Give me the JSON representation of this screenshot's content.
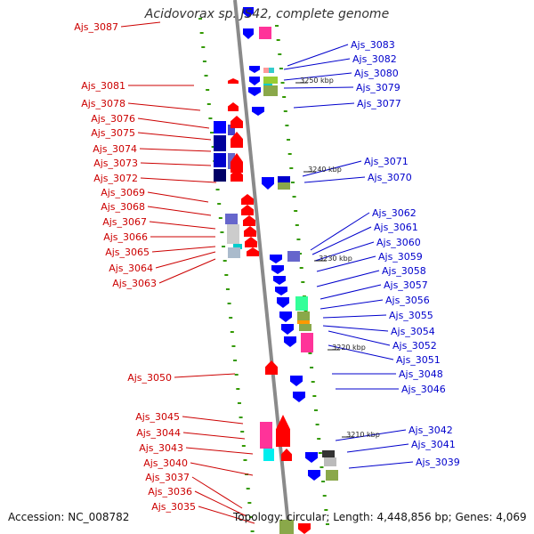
{
  "title": "Acidovorax sp. JS42, complete genome",
  "accession": "Accession: NC_008782",
  "topology": "Topology: circular; Length: 4,448,856 bp; Genes: 4,069",
  "colors": {
    "left_label": "#cc0000",
    "right_label": "#0000cc",
    "forward_gene": "#ff0000",
    "reverse_gene": "#0000ff",
    "backbone": "#8a8a8a",
    "tick": "#339900"
  },
  "kbp_markers": [
    "3250 kbp",
    "3240 kbp",
    "3230 kbp",
    "3220 kbp",
    "3210 kbp"
  ],
  "left_genes": [
    "Ajs_3087",
    "Ajs_3081",
    "Ajs_3078",
    "Ajs_3076",
    "Ajs_3075",
    "Ajs_3074",
    "Ajs_3073",
    "Ajs_3072",
    "Ajs_3069",
    "Ajs_3068",
    "Ajs_3067",
    "Ajs_3066",
    "Ajs_3065",
    "Ajs_3064",
    "Ajs_3063",
    "Ajs_3050",
    "Ajs_3045",
    "Ajs_3044",
    "Ajs_3043",
    "Ajs_3040",
    "Ajs_3037",
    "Ajs_3036",
    "Ajs_3035"
  ],
  "right_genes": [
    "Ajs_3083",
    "Ajs_3082",
    "Ajs_3080",
    "Ajs_3079",
    "Ajs_3077",
    "Ajs_3071",
    "Ajs_3070",
    "Ajs_3062",
    "Ajs_3061",
    "Ajs_3060",
    "Ajs_3059",
    "Ajs_3058",
    "Ajs_3057",
    "Ajs_3056",
    "Ajs_3055",
    "Ajs_3054",
    "Ajs_3052",
    "Ajs_3051",
    "Ajs_3048",
    "Ajs_3046",
    "Ajs_3042",
    "Ajs_3041",
    "Ajs_3039"
  ]
}
